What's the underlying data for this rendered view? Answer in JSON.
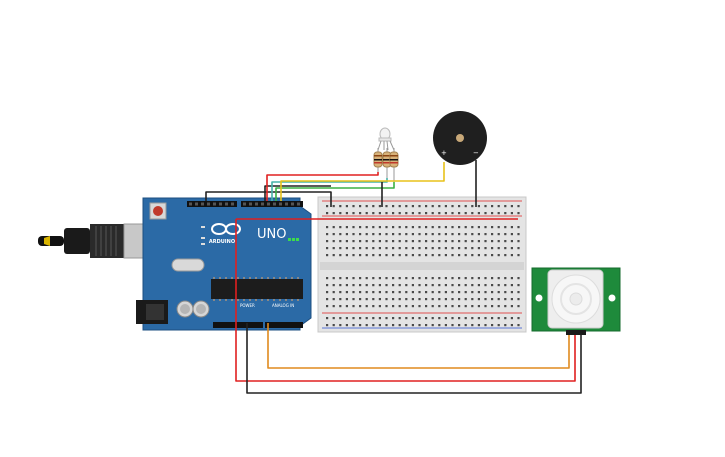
{
  "arduino": {
    "brand_text": "UNO",
    "logo_text": "ARDUINO",
    "power_header_label": "POWER",
    "analog_header_label": "ANALOG IN",
    "board_color": "#2b6aa6"
  },
  "pir_sensor": {
    "board_color": "#1e8a3b"
  },
  "buzzer": {
    "plus_label": "+",
    "minus_label": "−"
  },
  "wire_colors": {
    "red": "#e02020",
    "black": "#222222",
    "orange": "#e08a1e",
    "yellow": "#e8c21a",
    "green": "#3cb043",
    "teal": "#46b3a8"
  }
}
